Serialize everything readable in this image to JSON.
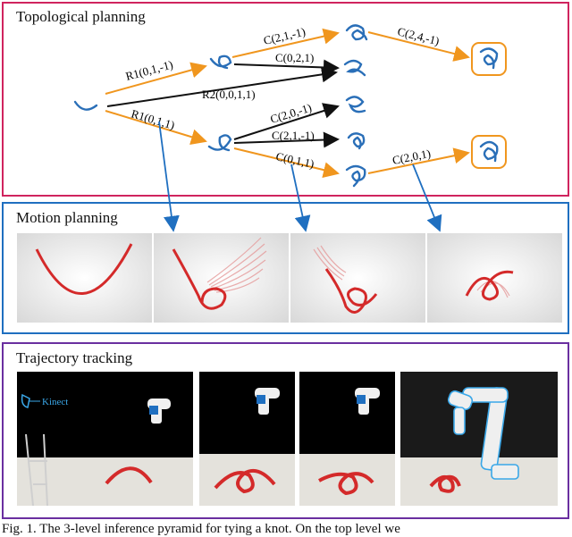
{
  "panels": {
    "topological": {
      "title": "Topological planning"
    },
    "motion": {
      "title": "Motion planning"
    },
    "tracking": {
      "title": "Trajectory tracking",
      "kinect_label": "Kinect"
    }
  },
  "graph": {
    "edges": [
      {
        "label": "R1(0,1,-1)",
        "color": "#f0961e"
      },
      {
        "label": "R2(0,0,1,1)",
        "color": "#111111"
      },
      {
        "label": "R1(0,1,1)",
        "color": "#f0961e"
      },
      {
        "label": "C(2,1,-1)",
        "color": "#f0961e"
      },
      {
        "label": "C(0,2,1)",
        "color": "#111111"
      },
      {
        "label": "C(2,4,-1)",
        "color": "#f0961e"
      },
      {
        "label": "C(2,0,-1)",
        "color": "#111111"
      },
      {
        "label": "C(2,1,-1)",
        "color": "#111111"
      },
      {
        "label": "C(0,1,1)",
        "color": "#f0961e"
      },
      {
        "label": "C(2,0,1)",
        "color": "#f0961e"
      }
    ]
  },
  "caption": "Fig. 1. The 3-level inference pyramid for tying a knot. On the top level we",
  "colors": {
    "topological_border": "#d0245e",
    "motion_border": "#1f6fc0",
    "tracking_border": "#6a2fa0",
    "plan_edge": "#f0961e",
    "alt_edge": "#111111",
    "rope": "#d42a2a",
    "knot_icon": "#2a6fb8",
    "goal_box": "#f0961e"
  }
}
